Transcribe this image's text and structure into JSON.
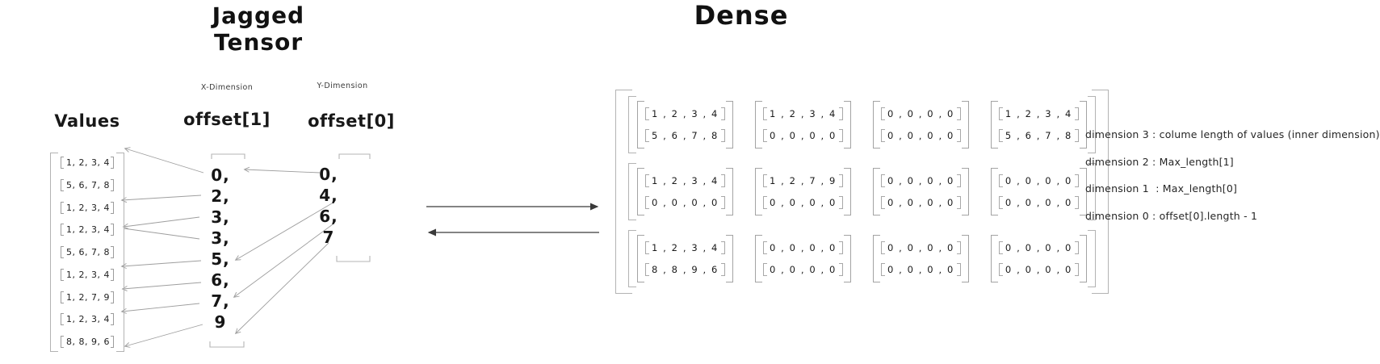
{
  "jagged": {
    "title": "Jagged Tensor",
    "values_label": "Values",
    "x_dimension_label": "X-Dimension",
    "y_dimension_label": "Y-Dimension",
    "offset1_label": "offset[1]",
    "offset0_label": "offset[0]",
    "values": [
      "1, 2, 3, 4",
      "5, 6, 7, 8",
      "1, 2, 3, 4",
      "1, 2, 3, 4",
      "5, 6, 7, 8",
      "1, 2, 3, 4",
      "1, 2, 7, 9",
      "1, 2, 3, 4",
      "8, 8, 9, 6"
    ],
    "offset1": [
      "0,",
      "2,",
      "3,",
      "3,",
      "5,",
      "6,",
      "7,",
      "9"
    ],
    "offset0": [
      "0,",
      "4,",
      "6,",
      "7"
    ]
  },
  "dense": {
    "title": "Dense",
    "grid": [
      [
        [
          "1 , 2 , 3 , 4",
          "5 , 6 , 7 , 8"
        ],
        [
          "1 , 2 , 3 , 4",
          "0 , 0 , 0 , 0"
        ],
        [
          "0 , 0 , 0 , 0",
          "0 , 0 , 0 , 0"
        ],
        [
          "1 , 2 , 3 , 4",
          "5 , 6 , 7 , 8"
        ]
      ],
      [
        [
          "1 , 2 , 3 , 4",
          "0 , 0 , 0 , 0"
        ],
        [
          "1 , 2 , 7 , 9",
          "0 , 0 , 0 , 0"
        ],
        [
          "0 , 0 , 0 , 0",
          "0 , 0 , 0 , 0"
        ],
        [
          "0 , 0 , 0 , 0",
          "0 , 0 , 0 , 0"
        ]
      ],
      [
        [
          "1 , 2 , 3 , 4",
          "8 , 8 , 9 , 6"
        ],
        [
          "0 , 0 , 0 , 0",
          "0 , 0 , 0 , 0"
        ],
        [
          "0 , 0 , 0 , 0",
          "0 , 0 , 0 , 0"
        ],
        [
          "0 , 0 , 0 , 0",
          "0 , 0 , 0 , 0"
        ]
      ]
    ]
  },
  "annotations": [
    "dimension 3 : colume length of values (inner dimension)",
    "dimension 2 : Max_length[1]",
    "dimension 1  : Max_length[0]",
    "dimension 0 : offset[0].length - 1"
  ],
  "colors": {
    "ink": "#1f1f1f",
    "bracket_gray": "#b0b0b0",
    "arrow_gray": "#9e9e9e",
    "arrow_dark": "#3a3a3a"
  }
}
